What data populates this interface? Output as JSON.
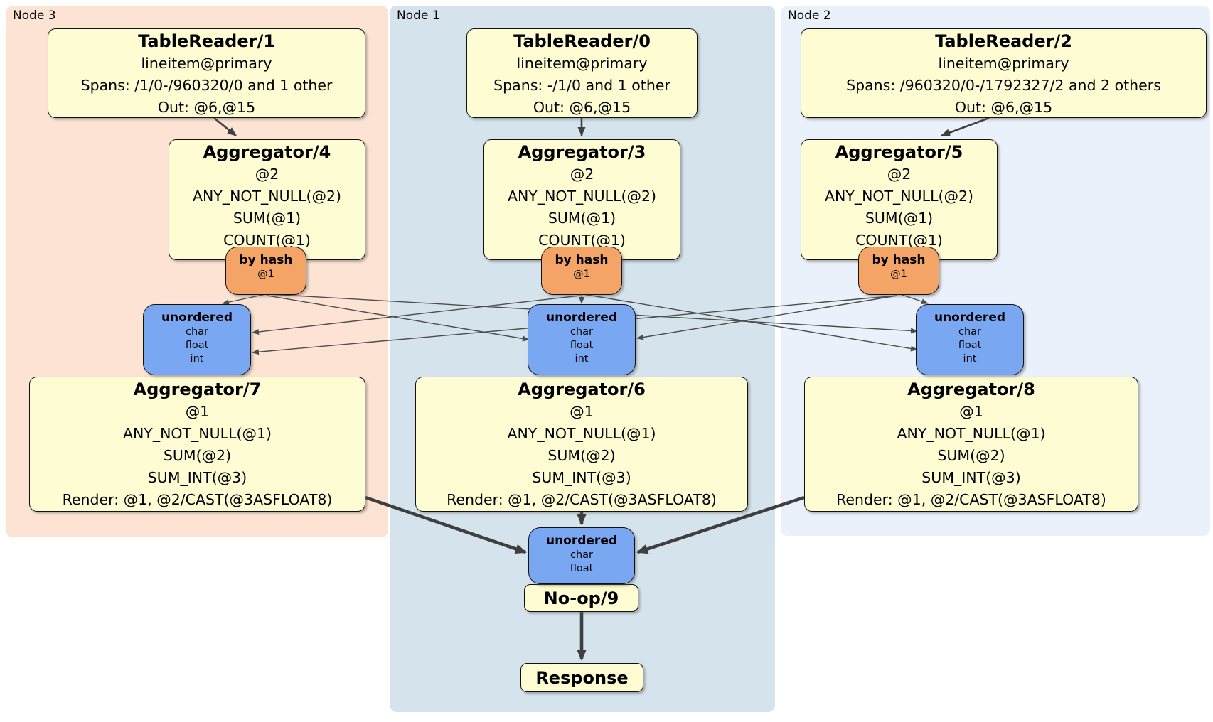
{
  "panels": {
    "node3": {
      "label": "Node 3"
    },
    "node1": {
      "label": "Node 1"
    },
    "node2": {
      "label": "Node 2"
    }
  },
  "processors": {
    "tr1": {
      "title": "TableReader/1",
      "lines": [
        "lineitem@primary",
        "Spans: /1/0-/960320/0 and 1 other",
        "Out: @6,@15"
      ]
    },
    "tr0": {
      "title": "TableReader/0",
      "lines": [
        "lineitem@primary",
        "Spans: -/1/0 and 1 other",
        "Out: @6,@15"
      ]
    },
    "tr2": {
      "title": "TableReader/2",
      "lines": [
        "lineitem@primary",
        "Spans: /960320/0-/1792327/2 and 2 others",
        "Out: @6,@15"
      ]
    },
    "agg4": {
      "title": "Aggregator/4",
      "lines": [
        "@2",
        "ANY_NOT_NULL(@2)",
        "SUM(@1)",
        "COUNT(@1)"
      ]
    },
    "agg3": {
      "title": "Aggregator/3",
      "lines": [
        "@2",
        "ANY_NOT_NULL(@2)",
        "SUM(@1)",
        "COUNT(@1)"
      ]
    },
    "agg5": {
      "title": "Aggregator/5",
      "lines": [
        "@2",
        "ANY_NOT_NULL(@2)",
        "SUM(@1)",
        "COUNT(@1)"
      ]
    },
    "hash_left": {
      "title": "by hash",
      "lines": [
        "@1"
      ]
    },
    "hash_mid": {
      "title": "by hash",
      "lines": [
        "@1"
      ]
    },
    "hash_right": {
      "title": "by hash",
      "lines": [
        "@1"
      ]
    },
    "unordered_left": {
      "title": "unordered",
      "lines": [
        "char",
        "float",
        "int"
      ]
    },
    "unordered_mid": {
      "title": "unordered",
      "lines": [
        "char",
        "float",
        "int"
      ]
    },
    "unordered_right": {
      "title": "unordered",
      "lines": [
        "char",
        "float",
        "int"
      ]
    },
    "agg7": {
      "title": "Aggregator/7",
      "lines": [
        "@1",
        "ANY_NOT_NULL(@1)",
        "SUM(@2)",
        "SUM_INT(@3)",
        "Render: @1, @2/CAST(@3ASFLOAT8)"
      ]
    },
    "agg6": {
      "title": "Aggregator/6",
      "lines": [
        "@1",
        "ANY_NOT_NULL(@1)",
        "SUM(@2)",
        "SUM_INT(@3)",
        "Render: @1, @2/CAST(@3ASFLOAT8)"
      ]
    },
    "agg8": {
      "title": "Aggregator/8",
      "lines": [
        "@1",
        "ANY_NOT_NULL(@1)",
        "SUM(@2)",
        "SUM_INT(@3)",
        "Render: @1, @2/CAST(@3ASFLOAT8)"
      ]
    },
    "unordered_bottom": {
      "title": "unordered",
      "lines": [
        "char",
        "float"
      ]
    },
    "noop": {
      "title": "No-op/9"
    },
    "response": {
      "title": "Response"
    }
  },
  "colors": {
    "panel_node3": "#fce3d3",
    "panel_node1": "#d4e3ec",
    "panel_node2": "#eaf1fa",
    "processor_fill": "#fdfcd2",
    "hash_router_fill": "#f4a466",
    "stream_fill": "#79a7f1",
    "edge": "#4a4a4a"
  }
}
